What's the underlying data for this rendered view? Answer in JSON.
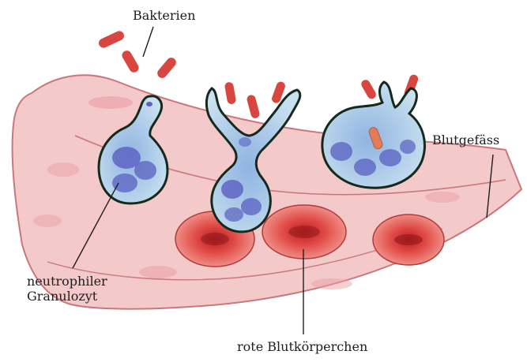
{
  "labels": {
    "bacteria": "Bakterien",
    "vessel": "Blutgefäss",
    "neutrophil_line1": "neutrophiler",
    "neutrophil_line2": "Granulozyt",
    "rbc": "rote Blutkörperchen"
  },
  "colors": {
    "vessel_fill": "#f3c9c9",
    "vessel_stroke": "#c9777d",
    "rbc_fill": "#e9605c",
    "rbc_core": "#b91f22",
    "bacteria": "#d9453f",
    "cell_fill": "#a8cbe6",
    "nucleus": "#5a5fc0",
    "cell_outline": "#15291c"
  }
}
